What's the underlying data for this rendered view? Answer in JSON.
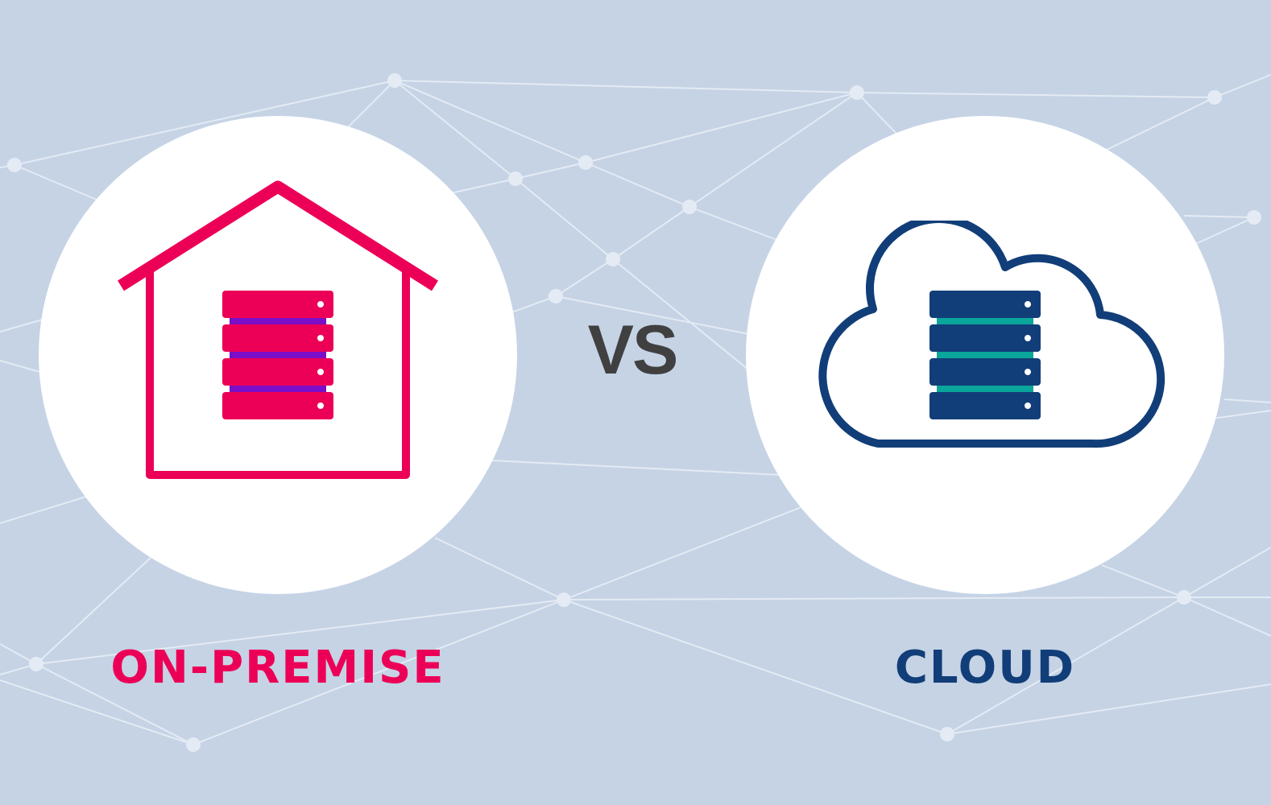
{
  "left": {
    "label": "ON-PREMISE",
    "icon": "house-server-icon",
    "color": "#ec0057",
    "accent": "#7b0ec8"
  },
  "middle": {
    "text": "VS",
    "color": "#404040"
  },
  "right": {
    "label": "CLOUD",
    "icon": "cloud-server-icon",
    "color": "#113e78",
    "accent": "#0aa59b"
  },
  "background": {
    "color": "#c5d3e5",
    "network_color": "#e4ebf4"
  }
}
